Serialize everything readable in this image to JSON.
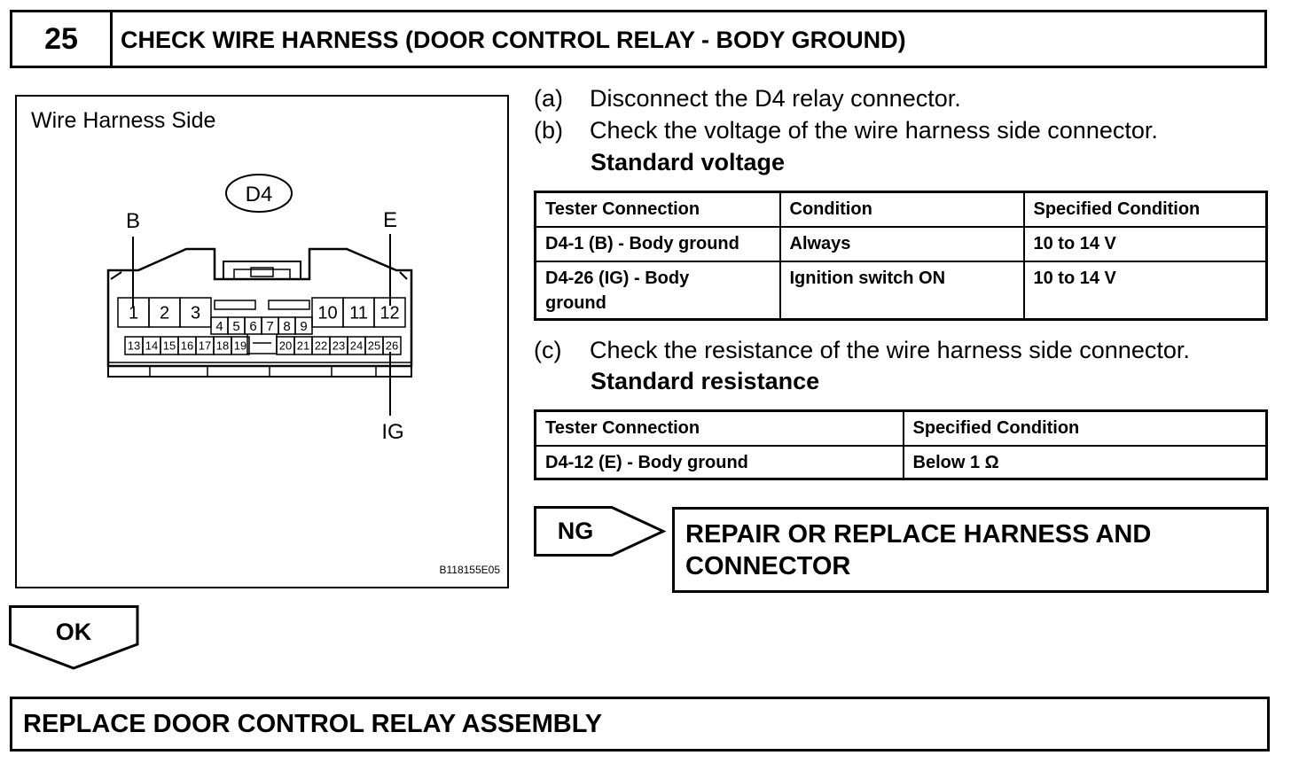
{
  "step": {
    "number": "25",
    "title": "CHECK WIRE HARNESS (DOOR CONTROL RELAY - BODY GROUND)"
  },
  "diagram": {
    "label": "Wire Harness Side",
    "connector_name": "D4",
    "terminal_labels": {
      "b": "B",
      "e": "E",
      "ig": "IG"
    },
    "top_row_left": [
      "1",
      "2",
      "3"
    ],
    "top_row_right": [
      "10",
      "11",
      "12"
    ],
    "middle_row": [
      "4",
      "5",
      "6",
      "7",
      "8",
      "9"
    ],
    "bottom_row_left": [
      "13",
      "14",
      "15",
      "16",
      "17",
      "18",
      "19"
    ],
    "bottom_row_right": [
      "20",
      "21",
      "22",
      "23",
      "24",
      "25",
      "26"
    ],
    "figure_id": "B118155E05"
  },
  "instructions": {
    "a": {
      "label": "(a)",
      "text": "Disconnect the D4 relay connector."
    },
    "b": {
      "label": "(b)",
      "text": "Check the voltage of the wire harness side connector."
    },
    "c": {
      "label": "(c)",
      "text": "Check the resistance of the wire harness side connector."
    }
  },
  "voltage_table": {
    "heading": "Standard voltage",
    "headers": [
      "Tester Connection",
      "Condition",
      "Specified Condition"
    ],
    "rows": [
      [
        "D4-1 (B) - Body ground",
        "Always",
        "10 to 14 V"
      ],
      [
        "D4-26 (IG) - Body ground",
        "Ignition switch ON",
        "10 to 14 V"
      ]
    ]
  },
  "resistance_table": {
    "heading": "Standard resistance",
    "headers": [
      "Tester Connection",
      "Specified Condition"
    ],
    "rows": [
      [
        "D4-12 (E) - Body ground",
        "Below 1 Ω"
      ]
    ]
  },
  "ng": {
    "label": "NG",
    "result": "REPAIR OR REPLACE HARNESS AND CONNECTOR"
  },
  "ok": {
    "label": "OK",
    "result": "REPLACE DOOR CONTROL RELAY ASSEMBLY"
  }
}
